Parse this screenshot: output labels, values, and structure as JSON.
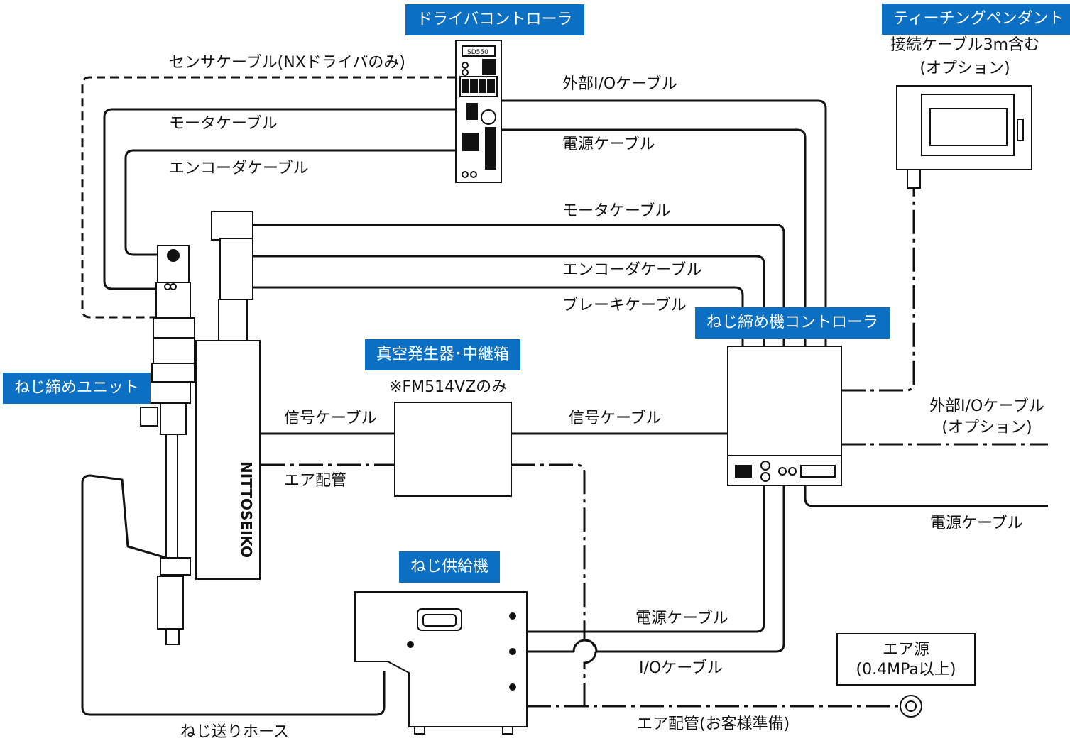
{
  "tags": {
    "driver_controller": "ドライバコントローラ",
    "teaching_pendant": "ティーチングペンダント",
    "screw_controller": "ねじ締め機コントローラ",
    "vacuum_relay": "真空発生器･中継箱",
    "screw_unit": "ねじ締めユニット",
    "screw_feeder": "ねじ供給機"
  },
  "labels": {
    "sensor_cable": "センサケーブル(NXドライバのみ)",
    "motor_cable_left": "モータケーブル",
    "encoder_cable_left": "エンコーダケーブル",
    "ext_io_cable_top": "外部I/Oケーブル",
    "power_cable_top": "電源ケーブル",
    "motor_cable_mid": "モータケーブル",
    "encoder_cable_mid": "エンコーダケーブル",
    "brake_cable": "ブレーキケーブル",
    "pendant_cable_line1": "接続ケーブル3m含む",
    "pendant_cable_line2": "(オプション)",
    "fm_note": "※FM514VZのみ",
    "signal_cable_left": "信号ケーブル",
    "signal_cable_right": "信号ケーブル",
    "air_pipe_left": "エア配管",
    "ext_io_option_line1": "外部I/Oケーブル",
    "ext_io_option_line2": "(オプション)",
    "power_cable_right": "電源ケーブル",
    "power_cable_feeder": "電源ケーブル",
    "io_cable_feeder": "I/Oケーブル",
    "air_pipe_customer": "エア配管(お客様準備)",
    "screw_hose": "ねじ送りホース",
    "air_source_line1": "エア源",
    "air_source_line2": "(0.4MPa以上)",
    "driver_model": "SD550",
    "brand_text": "NITTOSEIKO"
  },
  "colors": {
    "tag_bg": "#0b6fc3",
    "tag_text": "#ffffff",
    "line": "#111111"
  }
}
